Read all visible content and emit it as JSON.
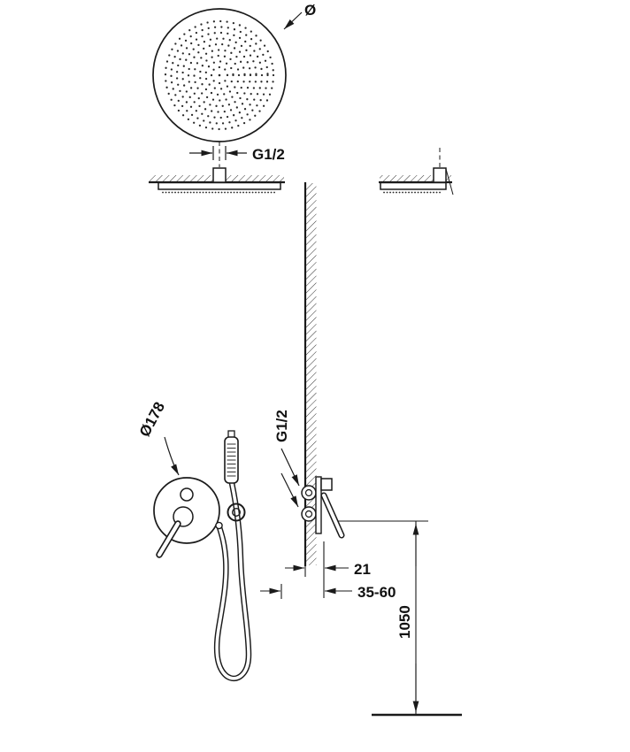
{
  "drawing": {
    "colors": {
      "line": "#1a1a1a",
      "background": "#ffffff"
    },
    "labels": {
      "head_diameter": "Ø",
      "head_connection": "G1/2",
      "plate_diameter": "Ø178",
      "valve_connection": "G1/2",
      "dim_valve_depth": "21",
      "dim_wall_range": "35-60",
      "dim_height": "1050"
    }
  }
}
